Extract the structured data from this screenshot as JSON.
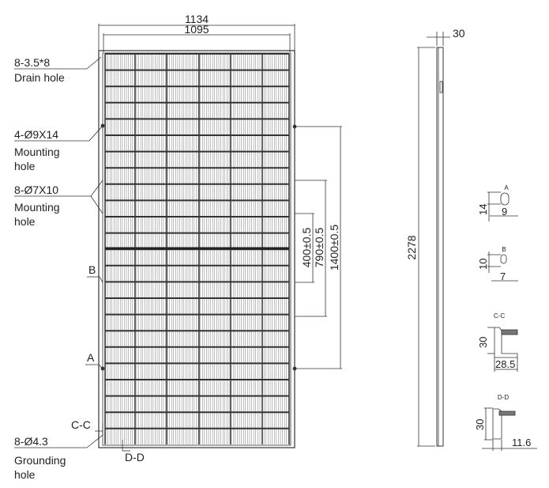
{
  "dimensions": {
    "overall_width": "1134",
    "inner_width": "1095",
    "thickness": "30",
    "length": "2278",
    "spacing_400": "400±0.5",
    "spacing_790": "790±0.5",
    "spacing_1400": "1400±0.5"
  },
  "callouts": {
    "drain_hole": {
      "spec": "8-3.5*8",
      "name": "Drain hole"
    },
    "mounting_9x14": {
      "spec": "4-Ø9X14",
      "name1": "Mounting",
      "name2": "hole"
    },
    "mounting_7x10": {
      "spec": "8-Ø7X10",
      "name1": "Mounting",
      "name2": "hole"
    },
    "grounding": {
      "spec": "8-Ø4.3",
      "name1": "Grounding",
      "name2": "hole"
    },
    "mark_b": "B",
    "mark_a": "A",
    "mark_cc": "C-C",
    "mark_dd": "D-D"
  },
  "details": {
    "a": {
      "title": "A",
      "height": "14",
      "width": "9"
    },
    "b": {
      "title": "B",
      "height": "10",
      "width": "7"
    },
    "cc": {
      "title": "C-C",
      "height": "30",
      "width": "28.5"
    },
    "dd": {
      "title": "D-D",
      "height": "30",
      "width": "11.6"
    }
  }
}
